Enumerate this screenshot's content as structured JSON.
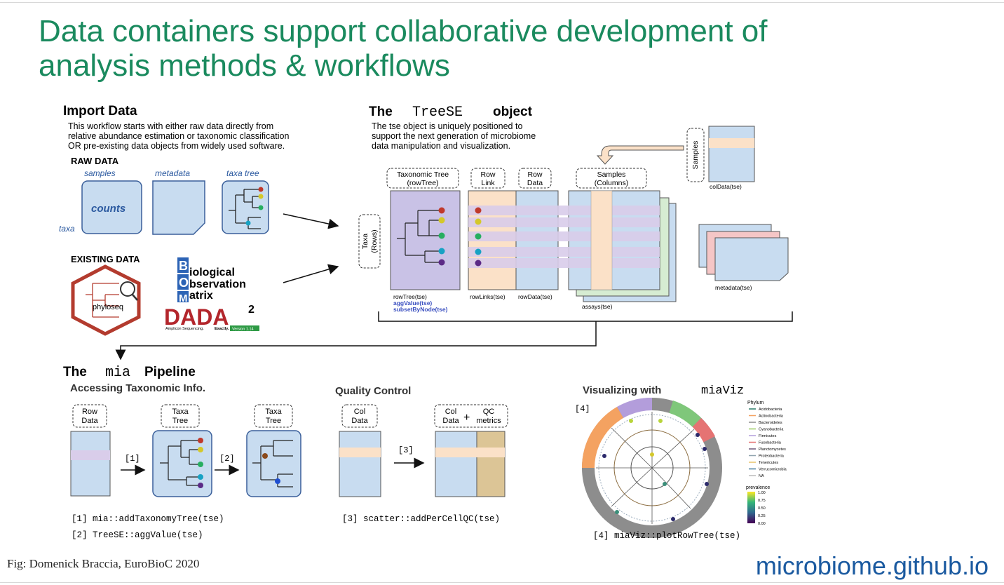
{
  "slide": {
    "title_line1": "Data containers support collaborative development of",
    "title_line2": "analysis methods & workflows",
    "figure_credit": "Fig: Domenick Braccia, EuroBioC 2020",
    "url": "microbiome.github.io"
  },
  "import": {
    "heading": "Import Data",
    "desc": [
      "This workflow starts with either raw data directly from",
      "relative abundance estimation or taxonomic classification",
      "OR pre-existing data objects from widely used software."
    ],
    "raw_data_label": "RAW DATA",
    "samples_label": "samples",
    "metadata_label": "metadata",
    "taxa_tree_label": "taxa tree",
    "counts_label": "counts",
    "taxa_label": "taxa",
    "existing_data_label": "EXISTING DATA",
    "phyloseq_label": "phyloseq",
    "biom_lines": [
      "iological",
      "bservation",
      "atrix"
    ],
    "biom_letters": [
      "B",
      "O",
      "M"
    ],
    "dada_main": "DADA",
    "dada_sup": "2",
    "dada_tagline": "Amplicon Sequencing.",
    "dada_exactly": "Exactly.",
    "dada_version": "Version 1.14"
  },
  "treese": {
    "heading_the": "The",
    "heading_code": "TreeSE",
    "heading_obj": "object",
    "desc": [
      "The tse object is uniquely positioned to",
      "support the next generation of microbiome",
      "data manipulation and visualization."
    ],
    "taxonomic_tree": [
      "Taxonomic Tree",
      "(rowTree)"
    ],
    "row_link": [
      "Row",
      "Link"
    ],
    "row_data": [
      "Row",
      "Data"
    ],
    "samples_cols": [
      "Samples",
      "(Columns)"
    ],
    "samples_side": "Samples",
    "taxa_rows": [
      "Taxa",
      "(Rows)"
    ],
    "rowtree_fn": "rowTree(tse)",
    "aggvalue_fn": "aggValue(tse)",
    "subset_fn": "subsetByNode(tse)",
    "rowlinks_fn": "rowLinks(tse)",
    "rowdata_fn": "rowData(tse)",
    "assays_fn": "assays(tse)",
    "coldata_fn": "colData(tse)",
    "metadata_fn": "metadata(tse)"
  },
  "pipeline": {
    "heading_the": "The",
    "heading_code": "mia",
    "heading_rest": "Pipeline",
    "access_heading": "Accessing Taxonomic Info.",
    "row_data": [
      "Row",
      "Data"
    ],
    "taxa_tree": [
      "Taxa",
      "Tree"
    ],
    "step1": "[1]",
    "step2": "[2]",
    "qc_heading": "Quality Control",
    "col_data": [
      "Col",
      "Data"
    ],
    "col_data_qc": [
      "Col",
      "Data"
    ],
    "qc_metrics": [
      "QC",
      "metrics"
    ],
    "plus": "+",
    "step3": "[3]",
    "viz_heading": "Visualizing with",
    "viz_code": "miaViz",
    "step4": "[4]",
    "fn1": "[1] mia::addTaxonomyTree(tse)",
    "fn2": "[2] TreeSE::aggValue(tse)",
    "fn3": "[3] scatter::addPerCellQC(tse)",
    "fn4": "[4] miaViz::plotRowTree(tse)",
    "legend_title": "Phylum",
    "legend_items": [
      "Acidobacteria",
      "Actinobacteria",
      "Bacteroidetes",
      "Cyanobacteria",
      "Firmicutes",
      "Fusobacteria",
      "Planctomycetes",
      "Proteobacteria",
      "Tenericutes",
      "Verrucomicrobia",
      "NA"
    ],
    "legend_colors": [
      "#2e7d6b",
      "#f4a261",
      "#8c8c8c",
      "#9ccc65",
      "#b39ddb",
      "#e57373",
      "#6d597a",
      "#90a4ae",
      "#e9c46a",
      "#457b9d",
      "#bbbbbb"
    ],
    "prevalence_title": "prevalence",
    "prevalence_ticks": [
      "1.00",
      "0.75",
      "0.50",
      "0.25",
      "0.00"
    ]
  },
  "colors": {
    "title_green": "#1a8a5e",
    "url_blue": "#1b5aa0",
    "box_blue": "#c8dcf0",
    "box_stroke": "#3a5f9a",
    "tree_purple": "#c9c2e6",
    "link_peach": "#fbe1c8",
    "band_lavender": "#d9cdea",
    "band_peach": "#fbe1c8",
    "qc_tan": "#dcc596"
  }
}
